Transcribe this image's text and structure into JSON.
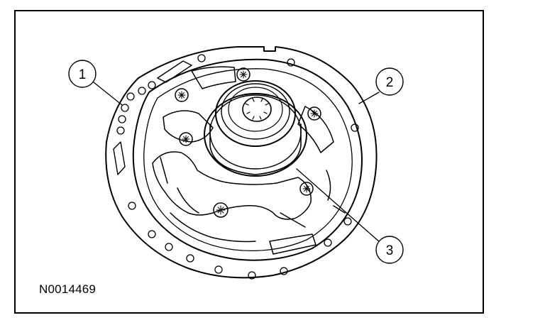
{
  "figure": {
    "reference_code": "N0014469",
    "callouts": [
      {
        "id": 1,
        "label": "1"
      },
      {
        "id": 2,
        "label": "2"
      },
      {
        "id": 3,
        "label": "3"
      }
    ]
  }
}
